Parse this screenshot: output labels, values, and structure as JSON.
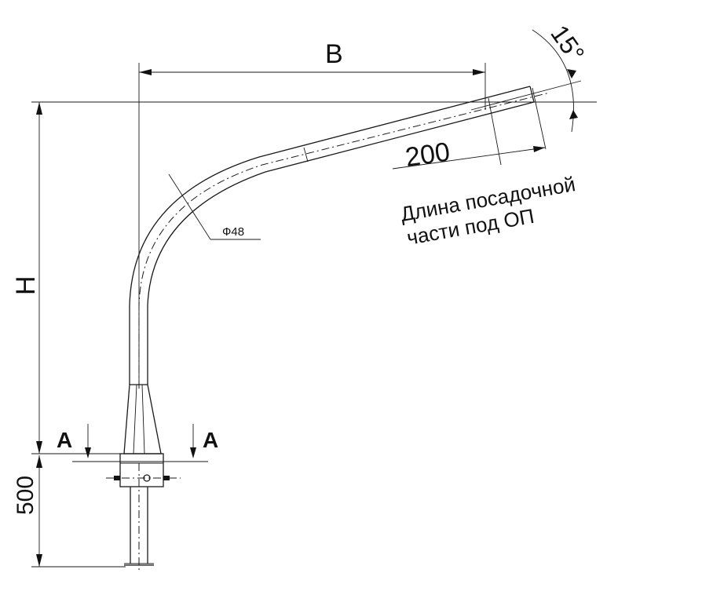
{
  "labels": {
    "width_dim": "B",
    "height_dim": "H",
    "base_dim": "500",
    "angle_dim": "15°",
    "fit_length_dim": "200",
    "diameter": "Ф48",
    "fit_note_line1": "Длина посадочной",
    "fit_note_line2": "части под ОП",
    "section_left": "А",
    "section_right": "А"
  }
}
